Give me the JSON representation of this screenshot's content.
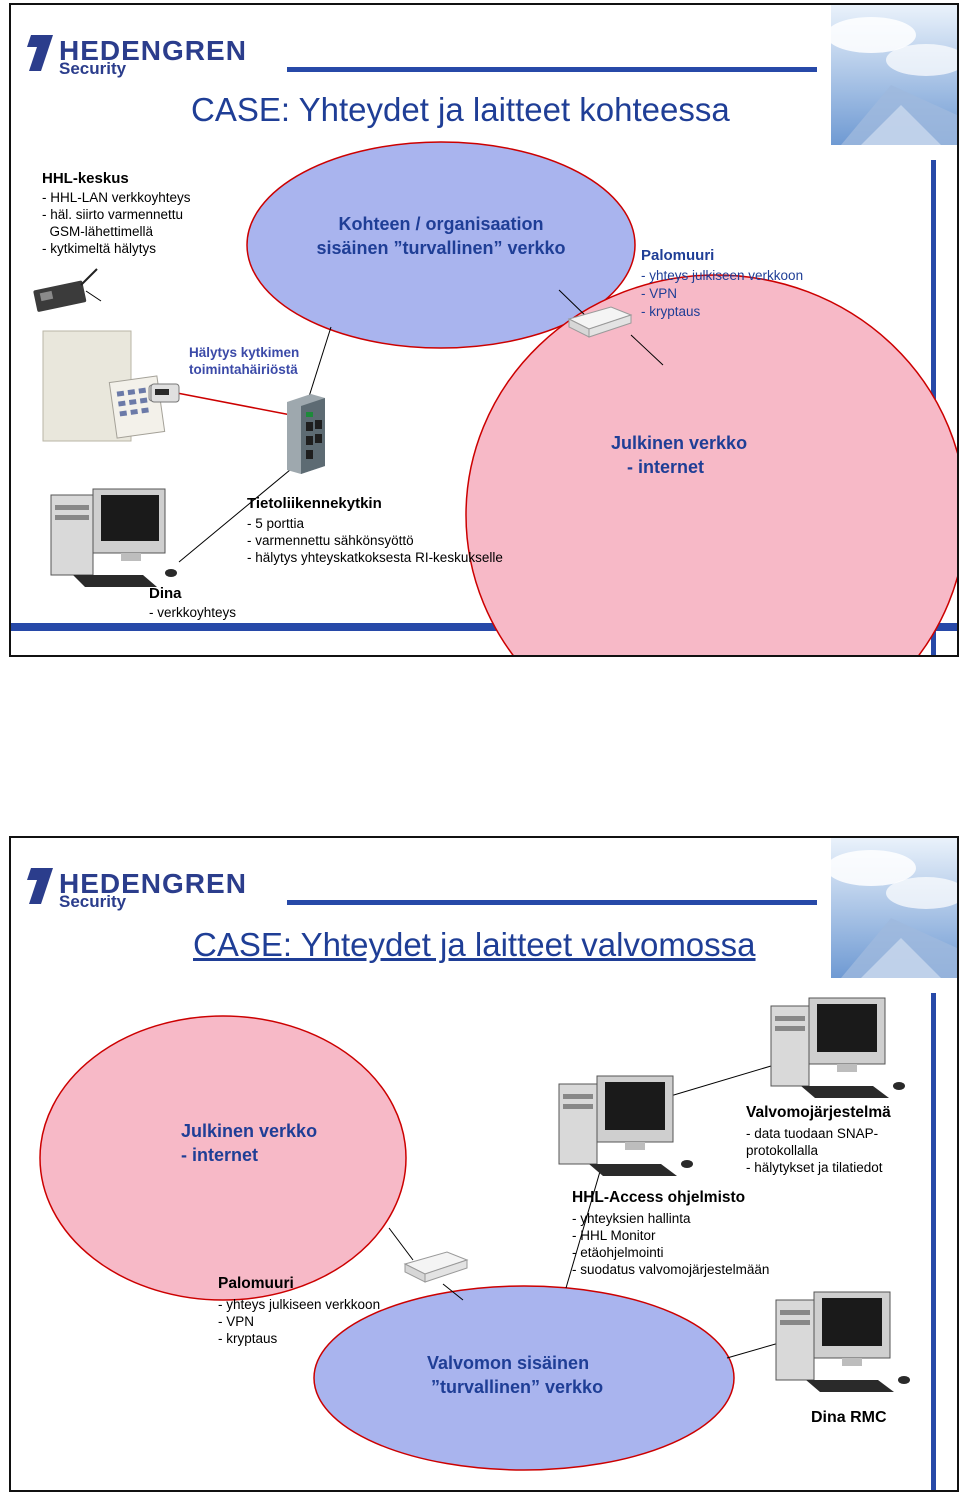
{
  "slide1": {
    "logo": {
      "name": "HEDENGREN",
      "sub": "Security"
    },
    "title": "CASE: Yhteydet ja laitteet kohteessa",
    "hhl_keskus": {
      "heading": "HHL-keskus",
      "lines": [
        "- HHL-LAN verkkoyhteys",
        "- häl. siirto varmennettu",
        "  GSM-lähettimellä",
        "- kytkimeltä hälytys"
      ]
    },
    "internal_network": {
      "line1": "Kohteen / organisaation",
      "line2": "sisäinen ”turvallinen” verkko"
    },
    "firewall": {
      "heading": "Palomuuri",
      "lines": [
        "- yhteys julkiseen verkkoon",
        "- VPN",
        "- kryptaus"
      ]
    },
    "switch_alarm": {
      "line1": "Hälytys kytkimen",
      "line2": "toimintahäiriöstä"
    },
    "public_network": {
      "line1": "Julkinen verkko",
      "line2": "- internet"
    },
    "switch": {
      "heading": "Tietoliikennekytkin",
      "lines": [
        "- 5 porttia",
        "- varmennettu sähkönsyöttö",
        "- hälytys yhteyskatkoksesta RI-keskukselle"
      ]
    },
    "dina": {
      "heading": "Dina",
      "lines": [
        "- verkkoyhteys"
      ]
    }
  },
  "slide2": {
    "logo": {
      "name": "HEDENGREN",
      "sub": "Security"
    },
    "title": "CASE: Yhteydet ja laitteet valvomossa",
    "public_network": {
      "line1": "Julkinen verkko",
      "line2": "- internet"
    },
    "monitoring_system": {
      "heading": "Valvomojärjestelmä",
      "lines": [
        "- data tuodaan SNAP-",
        "protokollalla",
        "- hälytykset ja tilatiedot"
      ]
    },
    "hhl_access": {
      "heading": "HHL-Access ohjelmisto",
      "lines": [
        "- yhteyksien hallinta",
        "- HHL Monitor",
        "- etäohjelmointi",
        "- suodatus valvomojärjestelmään"
      ]
    },
    "firewall": {
      "heading": "Palomuuri",
      "lines": [
        "- yhteys julkiseen verkkoon",
        "- VPN",
        "- kryptaus"
      ]
    },
    "internal_network": {
      "line1": "Valvomon sisäinen",
      "line2": "”turvallinen” verkko"
    },
    "dina_rmc": "Dina RMC"
  },
  "colors": {
    "brand_blue": "#2b3d8c",
    "title_blue": "#1f3e96",
    "bar_blue": "#2749a8",
    "internal_network_fill": "#a9b4ee",
    "public_network_fill": "#f7b9c7",
    "ellipse_stroke": "#cc0000"
  }
}
